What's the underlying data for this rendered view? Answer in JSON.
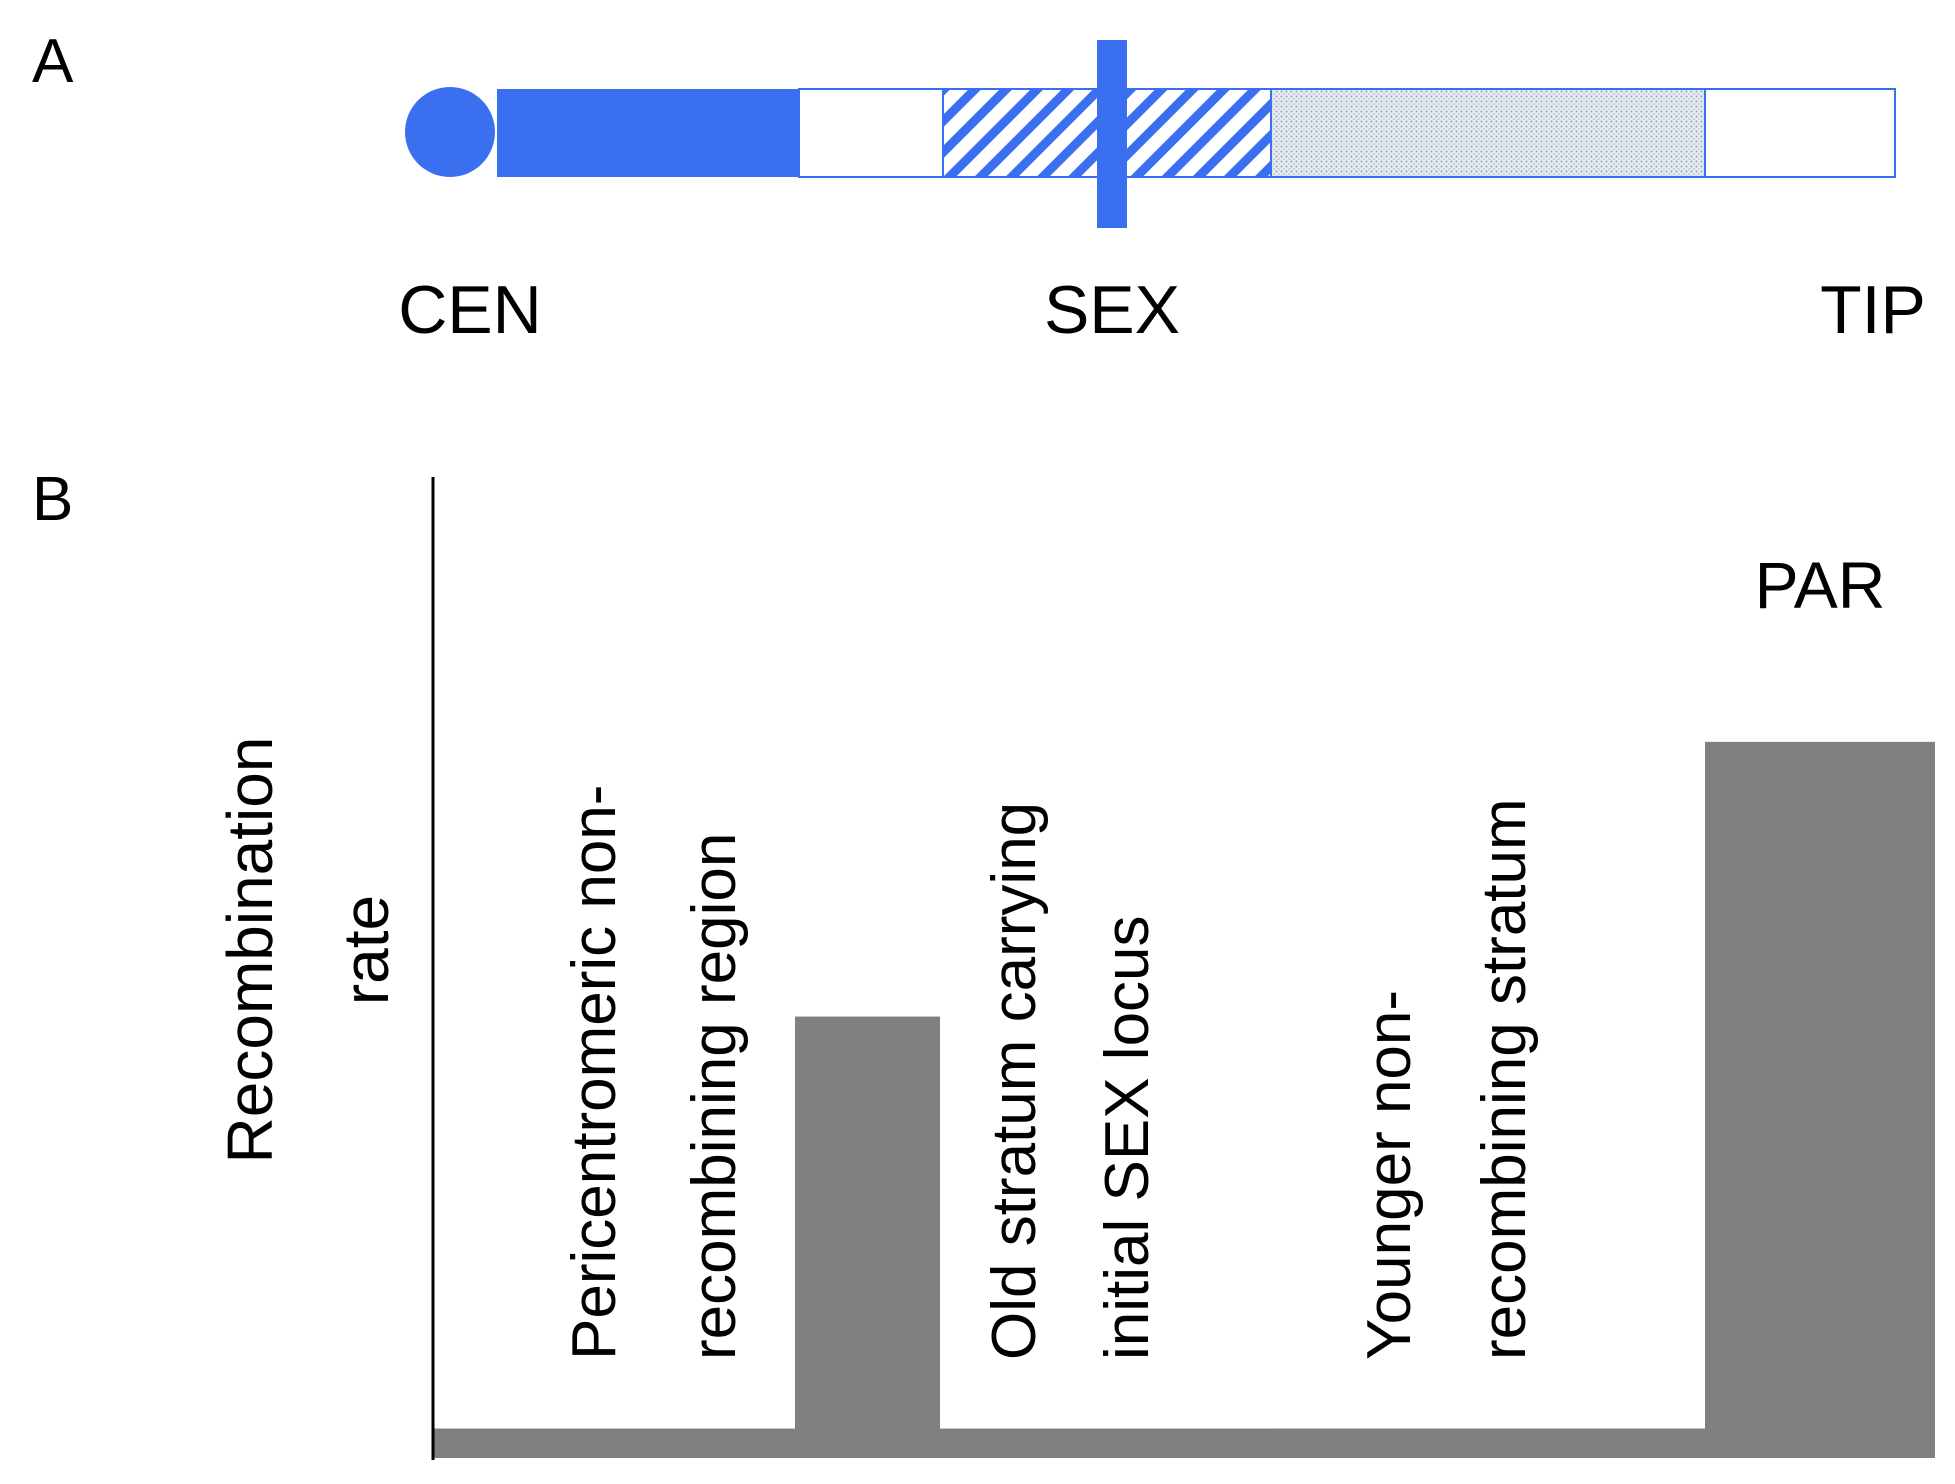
{
  "panel_a": {
    "label": "A",
    "colors": {
      "chromosome_blue": "#3a6ff0",
      "outline_blue": "#3a6ff0",
      "stipple_fill": "#c9d1dc"
    },
    "markers": {
      "centromere": "CEN",
      "sex_locus": "SEX",
      "tip": "TIP"
    },
    "segments": [
      {
        "name": "pericentromeric",
        "pattern": "solid"
      },
      {
        "name": "non-recombining-white",
        "pattern": "empty"
      },
      {
        "name": "old-stratum",
        "pattern": "hatched"
      },
      {
        "name": "younger-stratum",
        "pattern": "stippled"
      },
      {
        "name": "par",
        "pattern": "empty"
      }
    ]
  },
  "panel_b": {
    "label": "B",
    "ylabel_line1": "Recombination",
    "ylabel_line2": "rate",
    "bar_color": "#808080",
    "axis_color": "#000000",
    "region_labels": {
      "pericentromeric_line1": "Pericentromeric non-",
      "pericentromeric_line2": "recombining region",
      "old_stratum_line1": "Old stratum carrying",
      "old_stratum_line2": "initial SEX locus",
      "younger_line1": "Younger non-",
      "younger_line2": "recombining  stratum",
      "par": "PAR"
    }
  },
  "chart_data": {
    "type": "bar",
    "categories": [
      "Pericentromeric non-recombining region",
      "Old stratum carrying initial SEX locus (left part)",
      "Old stratum carrying initial SEX locus (right part)",
      "Younger non-recombining stratum",
      "PAR"
    ],
    "values": [
      0.03,
      0.45,
      0.03,
      0.03,
      0.73
    ],
    "ylabel": "Recombination rate",
    "ylim": [
      0,
      1
    ],
    "grid": false,
    "legend": "none"
  }
}
